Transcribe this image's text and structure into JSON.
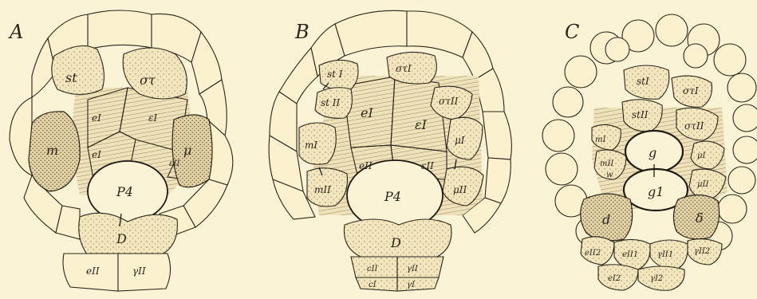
{
  "panels": [
    {
      "id": "A",
      "letter": "A"
    },
    {
      "id": "B",
      "letter": "B"
    },
    {
      "id": "C",
      "letter": "C"
    }
  ],
  "labels": {
    "A": {
      "st": "st",
      "sigma_tau": "στ",
      "eI_left": "eI",
      "epsI_right": "εI",
      "m": "m",
      "mu": "μ",
      "eI_small": "eI",
      "epsII_small": "εII",
      "P4": "P4",
      "D": "D",
      "eII": "eII",
      "gammaII": "γII"
    },
    "B": {
      "stI": "st I",
      "stII": "st II",
      "sigmaTauI": "στI",
      "sigmaTauII": "στII",
      "eI": "eI",
      "epsI": "εI",
      "mI": "mI",
      "muI": "μI",
      "eII": "eII",
      "epsII": "εII",
      "mII": "mII",
      "muII": "μII",
      "P4": "P4",
      "D": "D",
      "cII": "cII",
      "gammaII": "γII",
      "cI": "cI",
      "gammaI": "γI"
    },
    "C": {
      "stI": "stI",
      "sigmaTauI": "στI",
      "stII": "stII",
      "sigmaTauII": "στII",
      "mI": "mI",
      "mII": "mII",
      "muI": "μI",
      "muII": "μII",
      "w": "w",
      "g": "g",
      "g1": "g1",
      "d": "d",
      "delta": "δ",
      "eII2": "eII2",
      "eII1": "eII1",
      "gammaII1": "γII1",
      "gammaII2": "γII2",
      "eI2": "eI2",
      "gammaI2": "γI2"
    }
  }
}
